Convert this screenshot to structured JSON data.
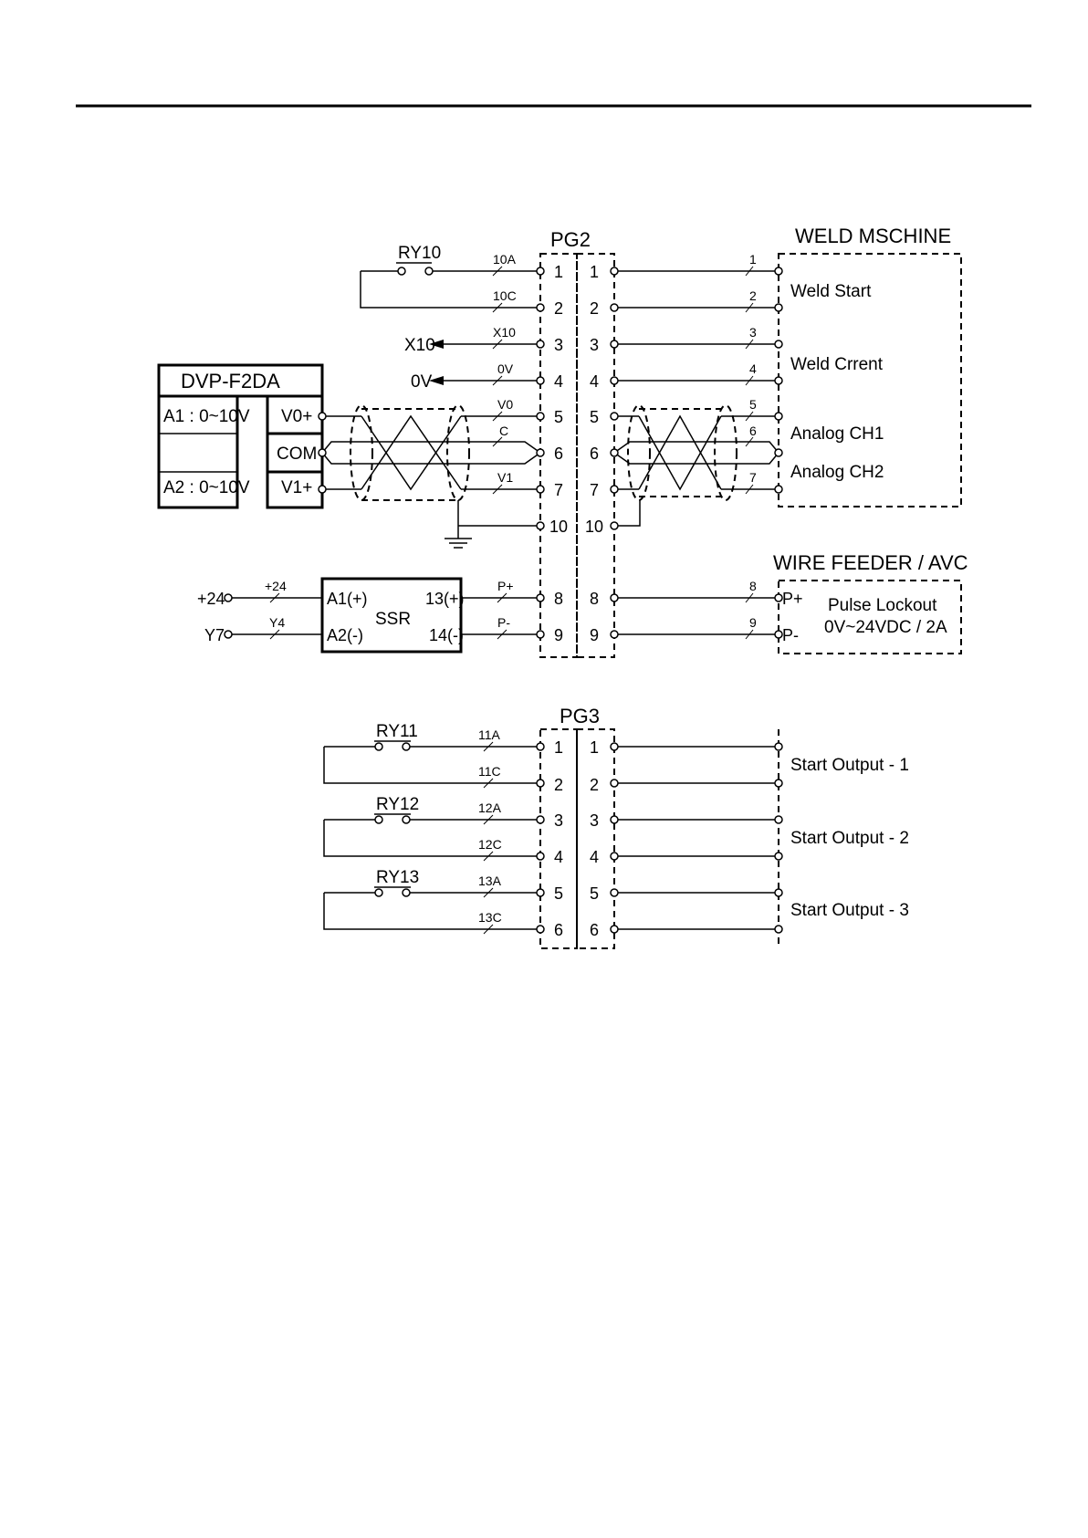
{
  "pg2": {
    "title": "PG2",
    "left_pins": [
      "1",
      "2",
      "3",
      "4",
      "5",
      "6",
      "7",
      "10",
      "8",
      "9"
    ],
    "right_pins": [
      "1",
      "2",
      "3",
      "4",
      "5",
      "6",
      "7",
      "10",
      "8",
      "9"
    ]
  },
  "pg3": {
    "title": "PG3",
    "pins": [
      "1",
      "2",
      "3",
      "4",
      "5",
      "6"
    ]
  },
  "weld_machine": {
    "title": "WELD MSCHINE",
    "labels": [
      "Weld Start",
      "Weld Crrent",
      "Analog CH1",
      "Analog CH2"
    ],
    "wire_numbers": [
      "1",
      "2",
      "3",
      "4",
      "5",
      "6",
      "7"
    ]
  },
  "wire_feeder": {
    "title": "WIRE  FEEDER / AVC",
    "pins": [
      "P+",
      "P-"
    ],
    "wire_numbers": [
      "8",
      "9"
    ],
    "desc_line1": "Pulse Lockout",
    "desc_line2": "0V~24VDC / 2A"
  },
  "dvp": {
    "title": "DVP-F2DA",
    "ch1": "A1 : 0~10V",
    "ch2": "A2 : 0~10V",
    "terms": [
      "V0+",
      "COM",
      "V1+"
    ]
  },
  "ssr": {
    "name": "SSR",
    "in_plus": "A1(+)",
    "in_minus": "A2(-)",
    "out_plus": "13(+)",
    "out_minus": "14(-)"
  },
  "pg2_left": {
    "relay": "RY10",
    "wires": [
      "10A",
      "10C",
      "X10",
      "0V",
      "V0",
      "C",
      "V1",
      "P+",
      "P-"
    ],
    "out_x10": "X10",
    "out_0v": "0V",
    "plus24": "+24",
    "plus24_wire": "+24",
    "y7": "Y7",
    "y4_wire": "Y4"
  },
  "pg3_left": {
    "relays": [
      "RY11",
      "RY12",
      "RY13"
    ],
    "wires": [
      "11A",
      "11C",
      "12A",
      "12C",
      "13A",
      "13C"
    ]
  },
  "pg3_right": {
    "labels": [
      "Start Output - 1",
      "Start Output - 2",
      "Start Output - 3"
    ]
  }
}
